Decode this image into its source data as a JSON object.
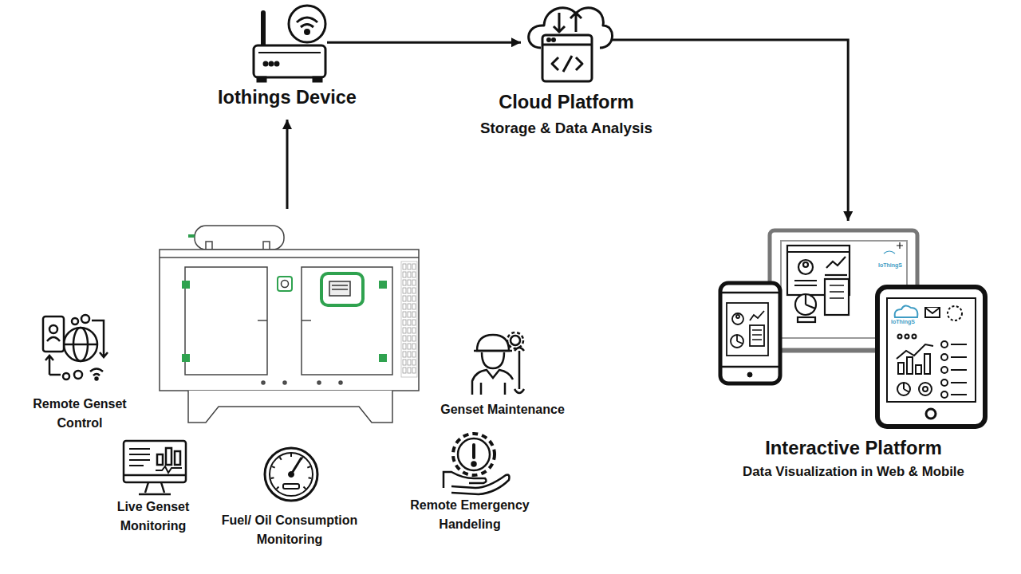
{
  "diagram": {
    "nodes": [
      {
        "text": [
          "Iothings Device"
        ]
      },
      {
        "text": [
          "Cloud Platform",
          "Storage & Data Analysis"
        ]
      },
      {
        "text": [
          "Interactive Platform",
          "Data Visualization in Web & Mobile"
        ]
      }
    ],
    "edges": [
      {
        "from": 0,
        "to": 1,
        "arrow": "to"
      },
      {
        "from": 1,
        "to": 2,
        "arrow": "to"
      }
    ],
    "labels": [
      "Remote Genset Control",
      "Live Genset Monitoring",
      "Fuel/ Oil Consumption Monitoring",
      "Genset Maintenance",
      "Remote Emergency Handeling",
      "IoThingS",
      "IoThingS"
    ]
  }
}
